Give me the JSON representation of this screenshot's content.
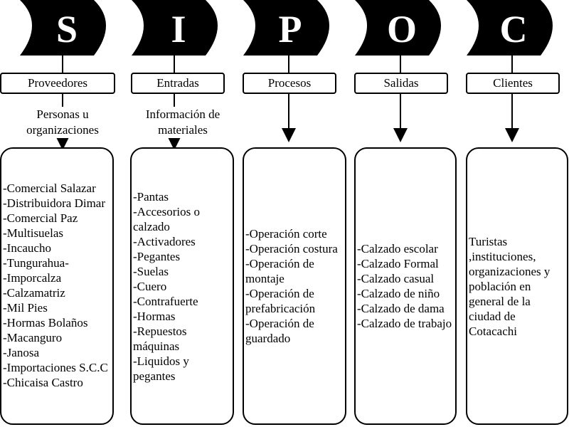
{
  "columns": [
    {
      "letter": "S",
      "header": "Proveedores",
      "sublabel": "Personas u organizaciones",
      "items": [
        "-Comercial Salazar",
        "-Distribuidora Dimar",
        "-Comercial Paz",
        "-Multisuelas",
        "-Incaucho",
        "-Tungurahua-",
        "-Imporcalza",
        "-Calzamatriz",
        "-Mil Pies",
        "-Hormas Bolaños",
        "-Macanguro",
        "-Janosa",
        "-Importaciones S.C.C",
        "-Chicaisa Castro"
      ]
    },
    {
      "letter": "I",
      "header": "Entradas",
      "sublabel": "Información de materiales",
      "items": [
        "-Pantas",
        "-Accesorios o calzado",
        "-Activadores",
        "-Pegantes",
        "-Suelas",
        "-Cuero",
        "-Contrafuerte",
        "-Hormas",
        "-Repuestos máquinas",
        "-Liquidos y pegantes"
      ]
    },
    {
      "letter": "P",
      "header": "Procesos",
      "items": [
        "-Operación corte",
        "-Operación costura",
        "-Operación de montaje",
        "-Operación de prefabricación",
        "-Operación de guardado"
      ]
    },
    {
      "letter": "O",
      "header": "Salidas",
      "items": [
        "-Calzado escolar",
        "-Calzado Formal",
        "-Calzado casual",
        "-Calzado de niño",
        "-Calzado de dama",
        "-Calzado de trabajo"
      ]
    },
    {
      "letter": "C",
      "header": "Clientes",
      "text": "Turistas ,instituciones, organizaciones y población en general de la ciudad de Cotacachi"
    }
  ],
  "colors": {
    "chevron": "#000000",
    "border": "#000000",
    "background": "#ffffff"
  }
}
